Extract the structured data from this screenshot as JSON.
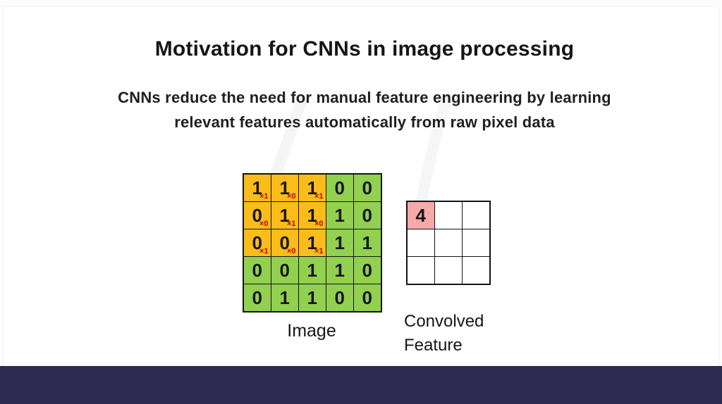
{
  "slide": {
    "title": "Motivation for CNNs in image processing",
    "subtitle_line1": "CNNs reduce the need for manual feature engineering by learning",
    "subtitle_line2": "relevant features automatically from raw pixel data"
  },
  "figure": {
    "image_grid": {
      "label": "Image",
      "rows": [
        [
          {
            "v": "1",
            "sub": "×1",
            "kernel": true
          },
          {
            "v": "1",
            "sub": "×0",
            "kernel": true
          },
          {
            "v": "1",
            "sub": "×1",
            "kernel": true
          },
          {
            "v": "0",
            "kernel": false
          },
          {
            "v": "0",
            "kernel": false
          }
        ],
        [
          {
            "v": "0",
            "sub": "×0",
            "kernel": true
          },
          {
            "v": "1",
            "sub": "×1",
            "kernel": true
          },
          {
            "v": "1",
            "sub": "×0",
            "kernel": true
          },
          {
            "v": "1",
            "kernel": false
          },
          {
            "v": "0",
            "kernel": false
          }
        ],
        [
          {
            "v": "0",
            "sub": "×1",
            "kernel": true
          },
          {
            "v": "0",
            "sub": "×0",
            "kernel": true
          },
          {
            "v": "1",
            "sub": "×1",
            "kernel": true
          },
          {
            "v": "1",
            "kernel": false
          },
          {
            "v": "1",
            "kernel": false
          }
        ],
        [
          {
            "v": "0",
            "kernel": false
          },
          {
            "v": "0",
            "kernel": false
          },
          {
            "v": "1",
            "kernel": false
          },
          {
            "v": "1",
            "kernel": false
          },
          {
            "v": "0",
            "kernel": false
          }
        ],
        [
          {
            "v": "0",
            "kernel": false
          },
          {
            "v": "1",
            "kernel": false
          },
          {
            "v": "1",
            "kernel": false
          },
          {
            "v": "0",
            "kernel": false
          },
          {
            "v": "0",
            "kernel": false
          }
        ]
      ]
    },
    "convolved_grid": {
      "label_line1": "Convolved",
      "label_line2": "Feature",
      "rows": [
        [
          {
            "v": "4",
            "hl": true
          },
          {
            "v": "",
            "hl": false
          },
          {
            "v": "",
            "hl": false
          }
        ],
        [
          {
            "v": "",
            "hl": false
          },
          {
            "v": "",
            "hl": false
          },
          {
            "v": "",
            "hl": false
          }
        ],
        [
          {
            "v": "",
            "hl": false
          },
          {
            "v": "",
            "hl": false
          },
          {
            "v": "",
            "hl": false
          }
        ]
      ]
    },
    "colors": {
      "kernel_overlay": "#fcbc19",
      "image_cell": "#92d050",
      "result_highlight": "#f7a8a8",
      "multiplier_text": "#c00000",
      "grid_border": "#141414"
    }
  },
  "footer": {
    "bar_color": "#2d2b54"
  }
}
